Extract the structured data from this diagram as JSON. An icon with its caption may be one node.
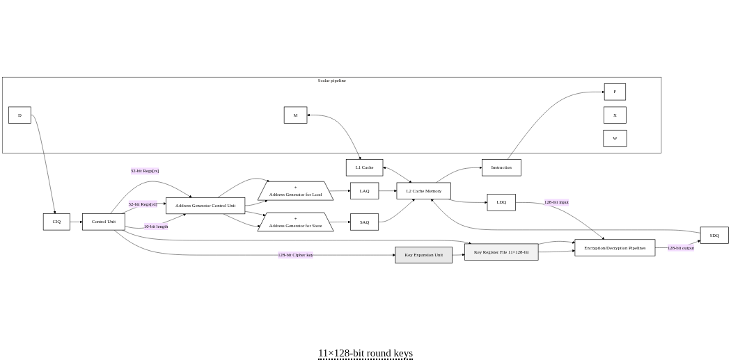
{
  "diagram": {
    "nodes": [
      {
        "text": [
          "Instruction"
        ]
      },
      {
        "text": [
          "L1 Cache"
        ]
      },
      {
        "text": [
          "L2 Cache Memory"
        ]
      },
      {
        "text": [
          "Scalar pipeline"
        ]
      },
      {
        "text": [
          "F"
        ],
        "in": 3
      },
      {
        "text": [
          "D"
        ],
        "in": 3
      },
      {
        "text": [
          "X"
        ],
        "in": 3
      },
      {
        "text": [
          "M"
        ],
        "in": 3
      },
      {
        "text": [
          "W"
        ],
        "in": 3
      },
      {
        "text": [
          "CIQ"
        ]
      },
      {
        "text": [
          "LAQ"
        ]
      },
      {
        "text": [
          "SAQ"
        ]
      },
      {
        "text": [
          "SDQ"
        ]
      },
      {
        "text": [
          "LDQ"
        ]
      },
      {
        "text": [
          "+",
          "Address Generator for Load"
        ]
      },
      {
        "text": [
          "+",
          "Address Generator for Store"
        ]
      },
      {
        "text": [
          "Control Unit"
        ]
      },
      {
        "text": [
          "Address Generator Control Unit"
        ]
      },
      {
        "text": [
          "Encryption/Decryption Pipelines"
        ]
      },
      {
        "text": [
          "Key Register File 11×128-bit"
        ]
      },
      {
        "text": [
          "Key Expansion Unit"
        ]
      }
    ],
    "edges": [
      {
        "from": 2,
        "to": 0,
        "arrow": "to"
      },
      {
        "from": 0,
        "to": 4,
        "arrow": "to"
      },
      {
        "from": 7,
        "to": 1,
        "arrow": "both"
      },
      {
        "from": 1,
        "to": 2,
        "arrow": "both"
      },
      {
        "from": 10,
        "to": 2,
        "arrow": "to"
      },
      {
        "from": 11,
        "to": 2,
        "arrow": "to"
      },
      {
        "from": 12,
        "to": 2,
        "arrow": "to"
      },
      {
        "from": 2,
        "to": 13,
        "arrow": "to"
      },
      {
        "from": 5,
        "to": 9,
        "arrow": "to"
      },
      {
        "from": 9,
        "to": 16,
        "arrow": "to"
      },
      {
        "from": 14,
        "to": 10,
        "arrow": "to"
      },
      {
        "from": 15,
        "to": 11,
        "arrow": "to"
      },
      {
        "from": 17,
        "to": 14,
        "arrow": "to"
      },
      {
        "from": 17,
        "to": 14,
        "arrow": "to"
      },
      {
        "from": 17,
        "to": 15,
        "arrow": "to"
      },
      {
        "from": 17,
        "to": 15,
        "arrow": "to"
      },
      {
        "from": 16,
        "to": 17,
        "label": "32-bit Regs[rs]",
        "arrow": "to"
      },
      {
        "from": 16,
        "to": 17,
        "label": "32-bit Regs[rd]",
        "arrow": "to"
      },
      {
        "from": 16,
        "to": 17,
        "label": "10-bit length",
        "arrow": "to"
      },
      {
        "from": 16,
        "to": 19,
        "arrow": "to"
      },
      {
        "from": 16,
        "to": 20,
        "label": "128-bit Cipher key",
        "arrow": "to"
      },
      {
        "from": 20,
        "to": 19,
        "arrow": "to"
      },
      {
        "from": 19,
        "to": 18,
        "arrow": "to"
      },
      {
        "from": 19,
        "to": 18,
        "arrow": "to"
      },
      {
        "from": 18,
        "to": 12,
        "label": "128-bit output",
        "arrow": "to"
      },
      {
        "from": 13,
        "to": 18,
        "label": "128-bit input",
        "arrow": "to"
      }
    ],
    "labels": [
      "11×128-bit round keys"
    ]
  }
}
